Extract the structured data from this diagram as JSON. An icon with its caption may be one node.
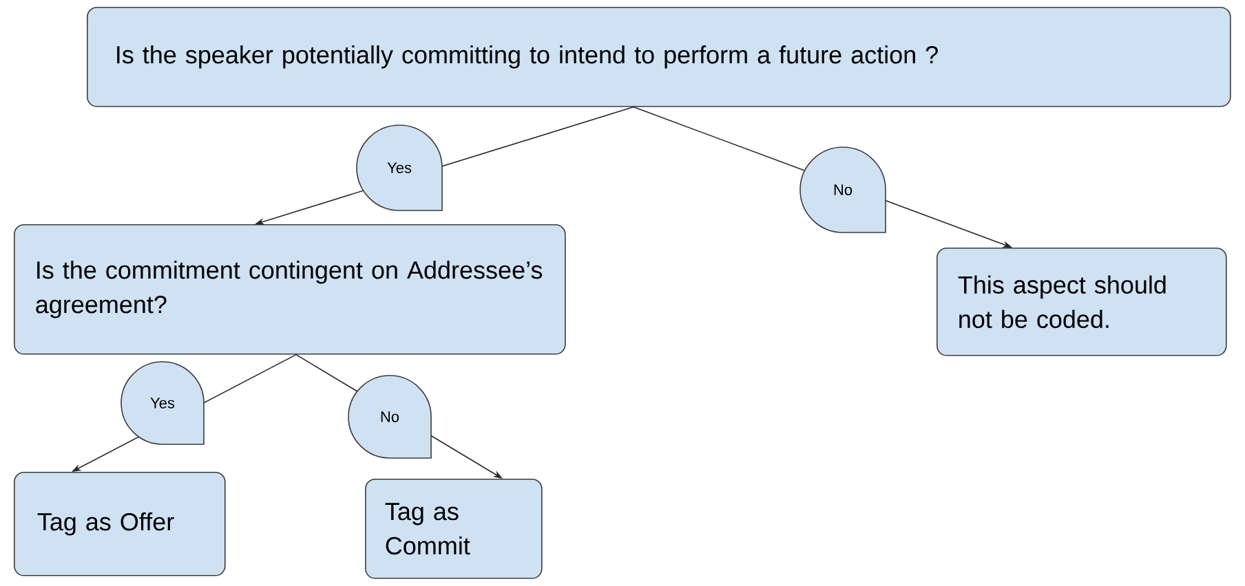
{
  "diagram": {
    "nodes": [
      {
        "text": [
          "Is the speaker potentially committing to intend to perform a future action ?"
        ]
      },
      {
        "text": [
          "Is the commitment contingent on Addressee’s agreement?"
        ]
      },
      {
        "text": [
          "This aspect should not be coded."
        ]
      },
      {
        "text": [
          "Tag as Offer"
        ]
      },
      {
        "text": [
          "Tag as Commit"
        ]
      }
    ],
    "edges": [
      {
        "from": 0,
        "to": 1,
        "arrow": "to",
        "label": "Yes"
      },
      {
        "from": 0,
        "to": 2,
        "arrow": "to",
        "label": "No"
      },
      {
        "from": 1,
        "to": 3,
        "arrow": "to",
        "label": "Yes"
      },
      {
        "from": 1,
        "to": 4,
        "arrow": "to",
        "label": "No"
      }
    ]
  }
}
